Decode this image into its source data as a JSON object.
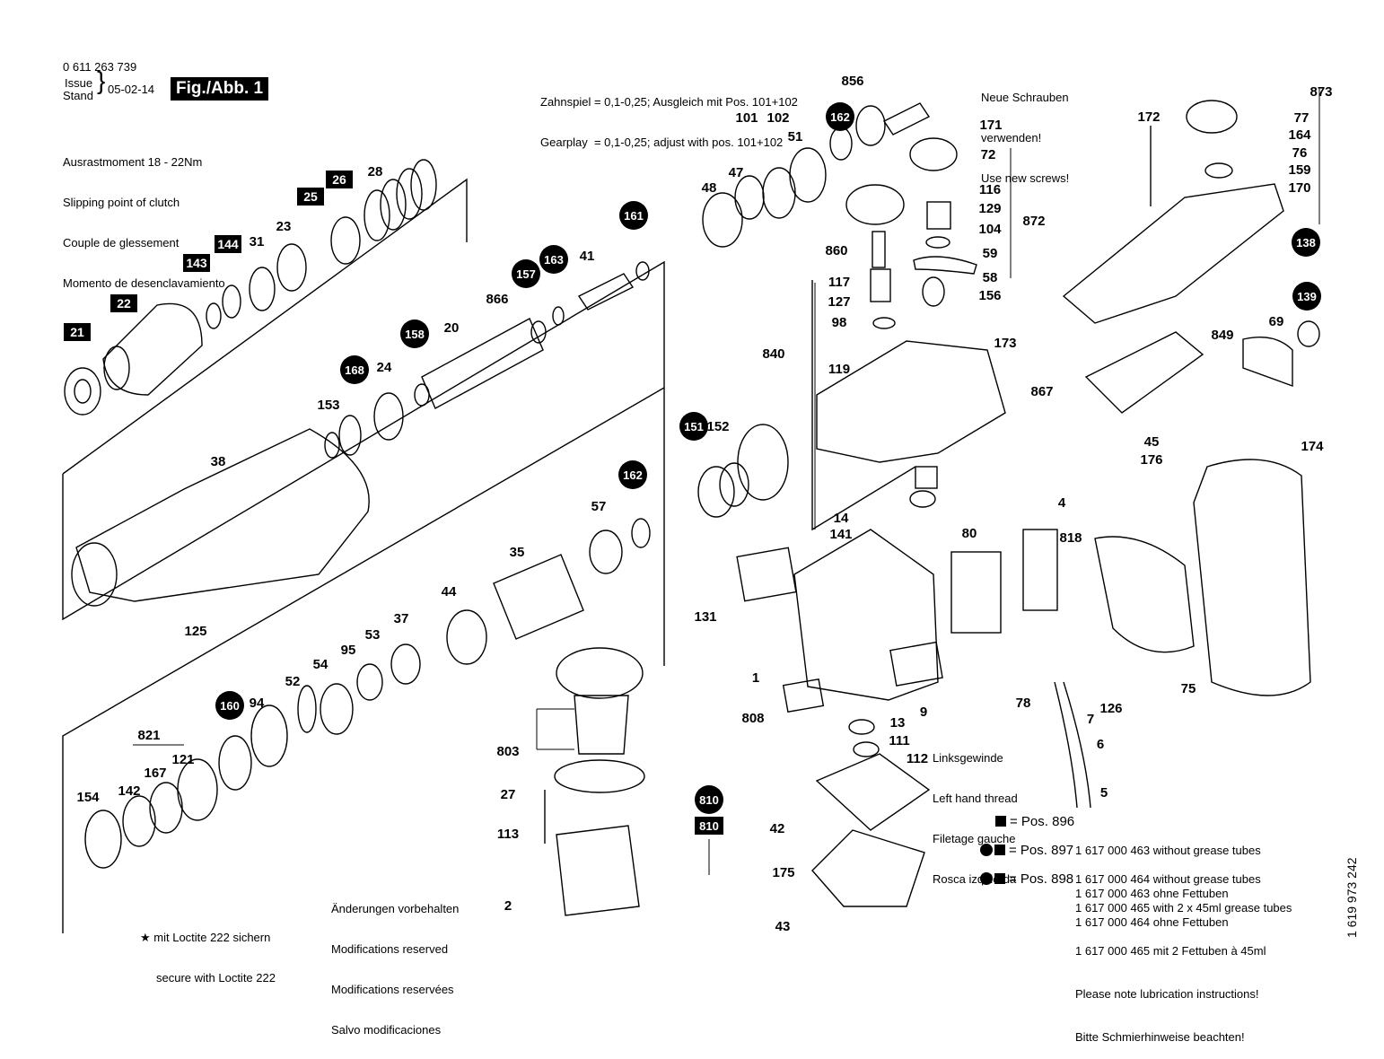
{
  "header": {
    "part_number": "0 611 263 739",
    "issue_label": "Issue",
    "stand_label": "Stand",
    "date": "05-02-14",
    "fig": "Fig./Abb. 1"
  },
  "notes": {
    "clutch": [
      "Ausrastmoment 18 - 22Nm",
      "Slipping point of clutch",
      "Couple de glessement",
      "Momento de desenclavamiento"
    ],
    "gearplay": [
      "Zahnspiel = 0,1-0,25; Ausgleich mit Pos. 101+102",
      "Gearplay  = 0,1-0,25; adjust with pos. 101+102"
    ],
    "screws": [
      "Neue Schrauben",
      "verwenden!",
      "Use new screws!"
    ],
    "thread": [
      "Linksgewinde",
      "Left hand thread",
      "Filetage gauche",
      "Rosca izquierda"
    ],
    "modifications": [
      "Änderungen vorbehalten",
      "Modifications reserved",
      "Modifications reservées",
      "Salvo modificaciones"
    ],
    "loctite": [
      "mit Loctite 222 sichern",
      "secure with Loctite 222"
    ],
    "doc_number": "1 619 973 242"
  },
  "legend": [
    {
      "pos": "= Pos.  896",
      "desc": [
        "1 617 000 463 without grease tubes",
        "1 617 000 463 ohne Fettuben"
      ]
    },
    {
      "pos": "= Pos.  897",
      "desc": [
        "1 617 000 464 without grease tubes",
        "1 617 000 464 ohne Fettuben"
      ]
    },
    {
      "pos": "= Pos.  898",
      "desc": [
        "1 617 000 465 with 2 x 45ml grease tubes",
        "1 617 000 465 mit 2 Fettuben à 45ml",
        "Please note lubrication instructions!",
        "Bitte Schmierhinweise beachten!"
      ]
    }
  ],
  "labels": {
    "plain": [
      "28",
      "23",
      "31",
      "866",
      "20",
      "41",
      "24",
      "153",
      "38",
      "125",
      "152",
      "57",
      "35",
      "44",
      "37",
      "53",
      "95",
      "54",
      "52",
      "94",
      "821",
      "167",
      "121",
      "142",
      "154",
      "803",
      "27",
      "113",
      "2",
      "101",
      "102",
      "51",
      "47",
      "48",
      "171",
      "72",
      "116",
      "129",
      "104",
      "860",
      "117",
      "127",
      "98",
      "840",
      "119",
      "173",
      "14",
      "141",
      "131",
      "1",
      "808",
      "13",
      "111",
      "112",
      "9",
      "42",
      "175",
      "43",
      "80",
      "4",
      "818",
      "867",
      "78",
      "7",
      "126",
      "6",
      "5",
      "172",
      "873",
      "77",
      "164",
      "76",
      "159",
      "170",
      "849",
      "69",
      "45",
      "176",
      "174",
      "75",
      "59",
      "58",
      "156",
      "872",
      "856"
    ],
    "boxed": [
      "21",
      "22",
      "143",
      "144",
      "25",
      "26"
    ],
    "circled": [
      "161",
      "157",
      "163",
      "158",
      "168",
      "151",
      "162",
      "160",
      "162",
      "139",
      "138"
    ],
    "dual": [
      "810"
    ]
  }
}
